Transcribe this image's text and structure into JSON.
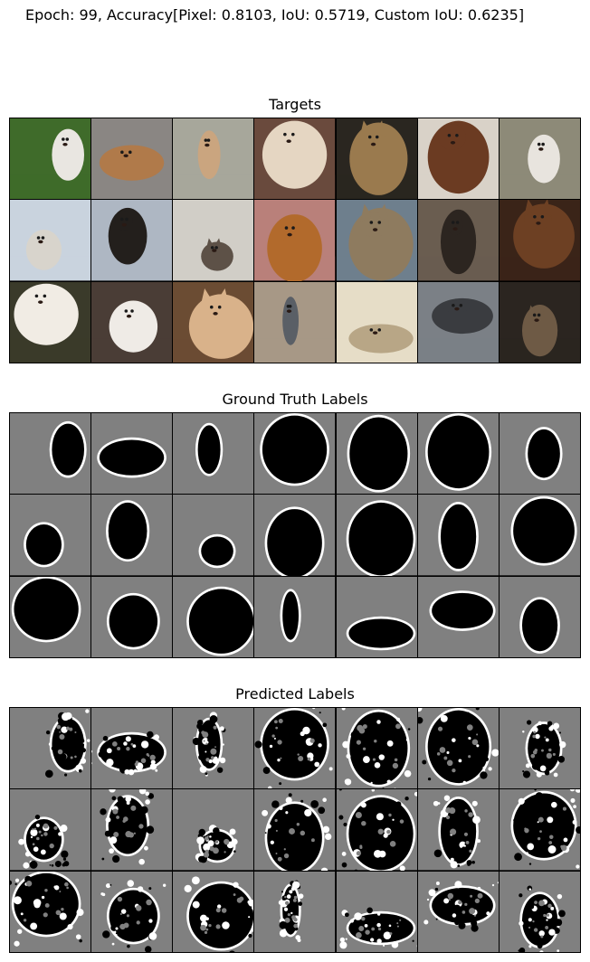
{
  "figure": {
    "suptitle": "Epoch: 99, Accuracy[Pixel: 0.8103, IoU: 0.5719, Custom IoU: 0.6235]",
    "panels": [
      {
        "title": "Targets",
        "kind": "photo"
      },
      {
        "title": "Ground Truth Labels",
        "kind": "mask"
      },
      {
        "title": "Predicted Labels",
        "kind": "mask-noisy"
      }
    ]
  },
  "colors": {
    "mask_background": "#808080",
    "mask_foreground": "#000000",
    "mask_border": "#ffffff"
  },
  "photo_palette": [
    {
      "bg": "#3f6b2a",
      "subject": "#e9e6e1",
      "animal": "dog"
    },
    {
      "bg": "#8a8683",
      "subject": "#b07a4a",
      "animal": "dog"
    },
    {
      "bg": "#a7a79b",
      "subject": "#caa57f",
      "animal": "dog"
    },
    {
      "bg": "#6a4a3d",
      "subject": "#e5d6c2",
      "animal": "dog"
    },
    {
      "bg": "#2a2620",
      "subject": "#9a7a4e",
      "animal": "cat"
    },
    {
      "bg": "#d9d2c8",
      "subject": "#6b3b22",
      "animal": "dog"
    },
    {
      "bg": "#8d8a78",
      "subject": "#e8e4de",
      "animal": "dog"
    },
    {
      "bg": "#c9d3de",
      "subject": "#d8d4cc",
      "animal": "dog"
    },
    {
      "bg": "#aeb7c3",
      "subject": "#231f1c",
      "animal": "dog"
    },
    {
      "bg": "#d1cec7",
      "subject": "#5d5147",
      "animal": "cat"
    },
    {
      "bg": "#b9807a",
      "subject": "#b26a2c",
      "animal": "dog"
    },
    {
      "bg": "#6e7f8d",
      "subject": "#8e7b5f",
      "animal": "cat"
    },
    {
      "bg": "#6a5d50",
      "subject": "#2c2520",
      "animal": "dog"
    },
    {
      "bg": "#3a2418",
      "subject": "#6d4023",
      "animal": "cat"
    },
    {
      "bg": "#3a3a2a",
      "subject": "#f1ece4",
      "animal": "dog"
    },
    {
      "bg": "#4a3d36",
      "subject": "#efebe6",
      "animal": "dog"
    },
    {
      "bg": "#6b4c33",
      "subject": "#d9b28a",
      "animal": "cat"
    },
    {
      "bg": "#a79886",
      "subject": "#5a5f66",
      "animal": "dog"
    },
    {
      "bg": "#e6ddc7",
      "subject": "#b8a686",
      "animal": "dog"
    },
    {
      "bg": "#7b8086",
      "subject": "#3a3c40",
      "animal": "dog"
    },
    {
      "bg": "#2b2520",
      "subject": "#6e5a45",
      "animal": "cat"
    }
  ]
}
